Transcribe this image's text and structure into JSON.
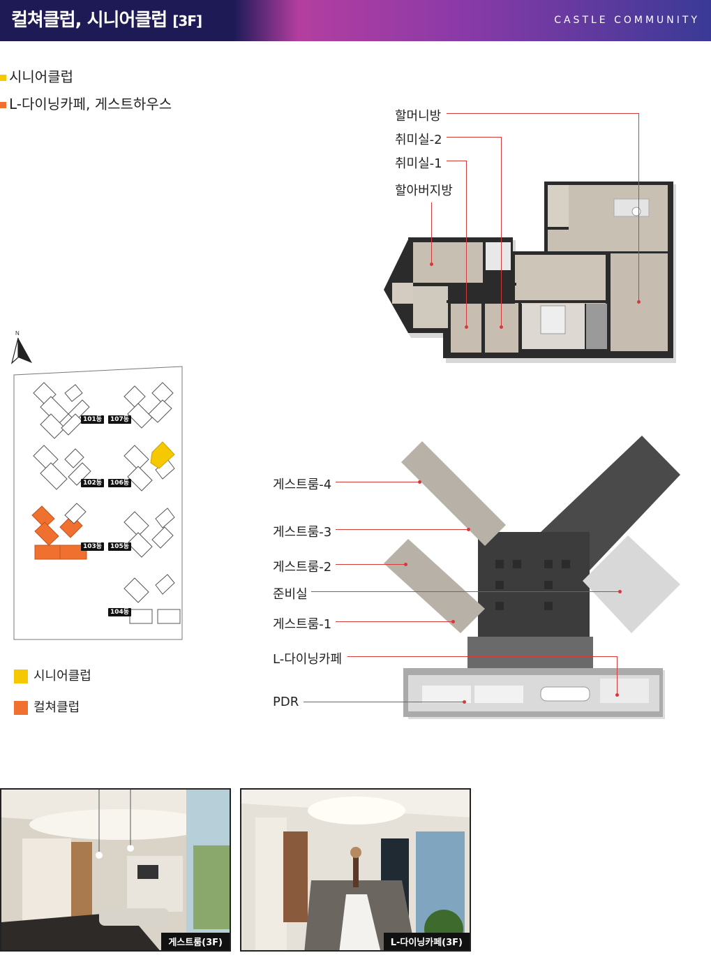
{
  "header": {
    "title": "컬쳐클럽, 시니어클럽",
    "floor": "[3F]",
    "brand": "CASTLE COMMUNITY"
  },
  "legend_top": [
    {
      "label": "시니어클럽",
      "color": "#f5c800"
    },
    {
      "label": "L-다이닝카페, 게스트하우스",
      "color": "#f07030"
    }
  ],
  "senior_plan": {
    "callouts": [
      "할머니방",
      "취미실-2",
      "취미실-1",
      "할아버지방"
    ]
  },
  "culture_plan": {
    "callouts": [
      "게스트룸-4",
      "게스트룸-3",
      "게스트룸-2",
      "준비실",
      "게스트룸-1",
      "L-다이닝카페",
      "PDR"
    ]
  },
  "site_map": {
    "north": "N",
    "buildings": [
      "101동",
      "107동",
      "102동",
      "106동",
      "103동",
      "105동",
      "104동"
    ],
    "colors": {
      "senior": "#f5c800",
      "culture": "#f07030"
    }
  },
  "legend_bottom": [
    {
      "label": "시니어클럽",
      "color": "#f5c800"
    },
    {
      "label": "컬쳐클럽",
      "color": "#f07030"
    }
  ],
  "photos": [
    {
      "caption": "게스트룸(3F)"
    },
    {
      "caption": "L-다이닝카페(3F)"
    }
  ]
}
